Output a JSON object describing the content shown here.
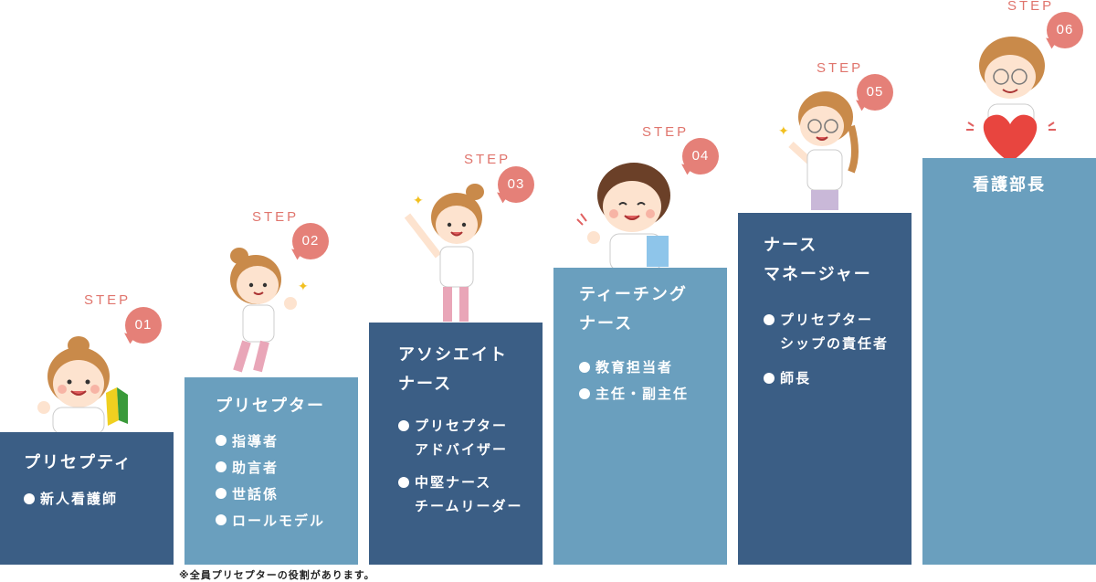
{
  "steps": [
    {
      "step_label": "STEP",
      "number": "01",
      "title": "プリセプティ",
      "items": [
        "新人看護師"
      ]
    },
    {
      "step_label": "STEP",
      "number": "02",
      "title": "プリセプター",
      "items": [
        "指導者",
        "助言者",
        "世話係",
        "ロールモデル"
      ]
    },
    {
      "step_label": "STEP",
      "number": "03",
      "title": "アソシエイト\nナース",
      "items": [
        "プリセプター\nアドバイザー",
        "中堅ナース\nチームリーダー"
      ]
    },
    {
      "step_label": "STEP",
      "number": "04",
      "title": "ティーチング\nナース",
      "items": [
        "教育担当者",
        "主任・副主任"
      ]
    },
    {
      "step_label": "STEP",
      "number": "05",
      "title": "ナース\nマネージャー",
      "items": [
        "プリセプター\nシップの責任者",
        "師長"
      ]
    },
    {
      "step_label": "STEP",
      "number": "06",
      "title": "看護部長",
      "items": []
    }
  ],
  "footnote": "※全員プリセプターの役割があります。",
  "colors": {
    "dark_block": "#3b5e85",
    "light_block": "#6a9fbe",
    "accent": "#e58078"
  },
  "icons": [
    "nurse-beginner-mark-icon",
    "nurse-fist-icon",
    "nurse-pointing-icon",
    "nurse-clipboard-icon",
    "nurse-glasses-pointing-icon",
    "nurse-heart-icon"
  ]
}
